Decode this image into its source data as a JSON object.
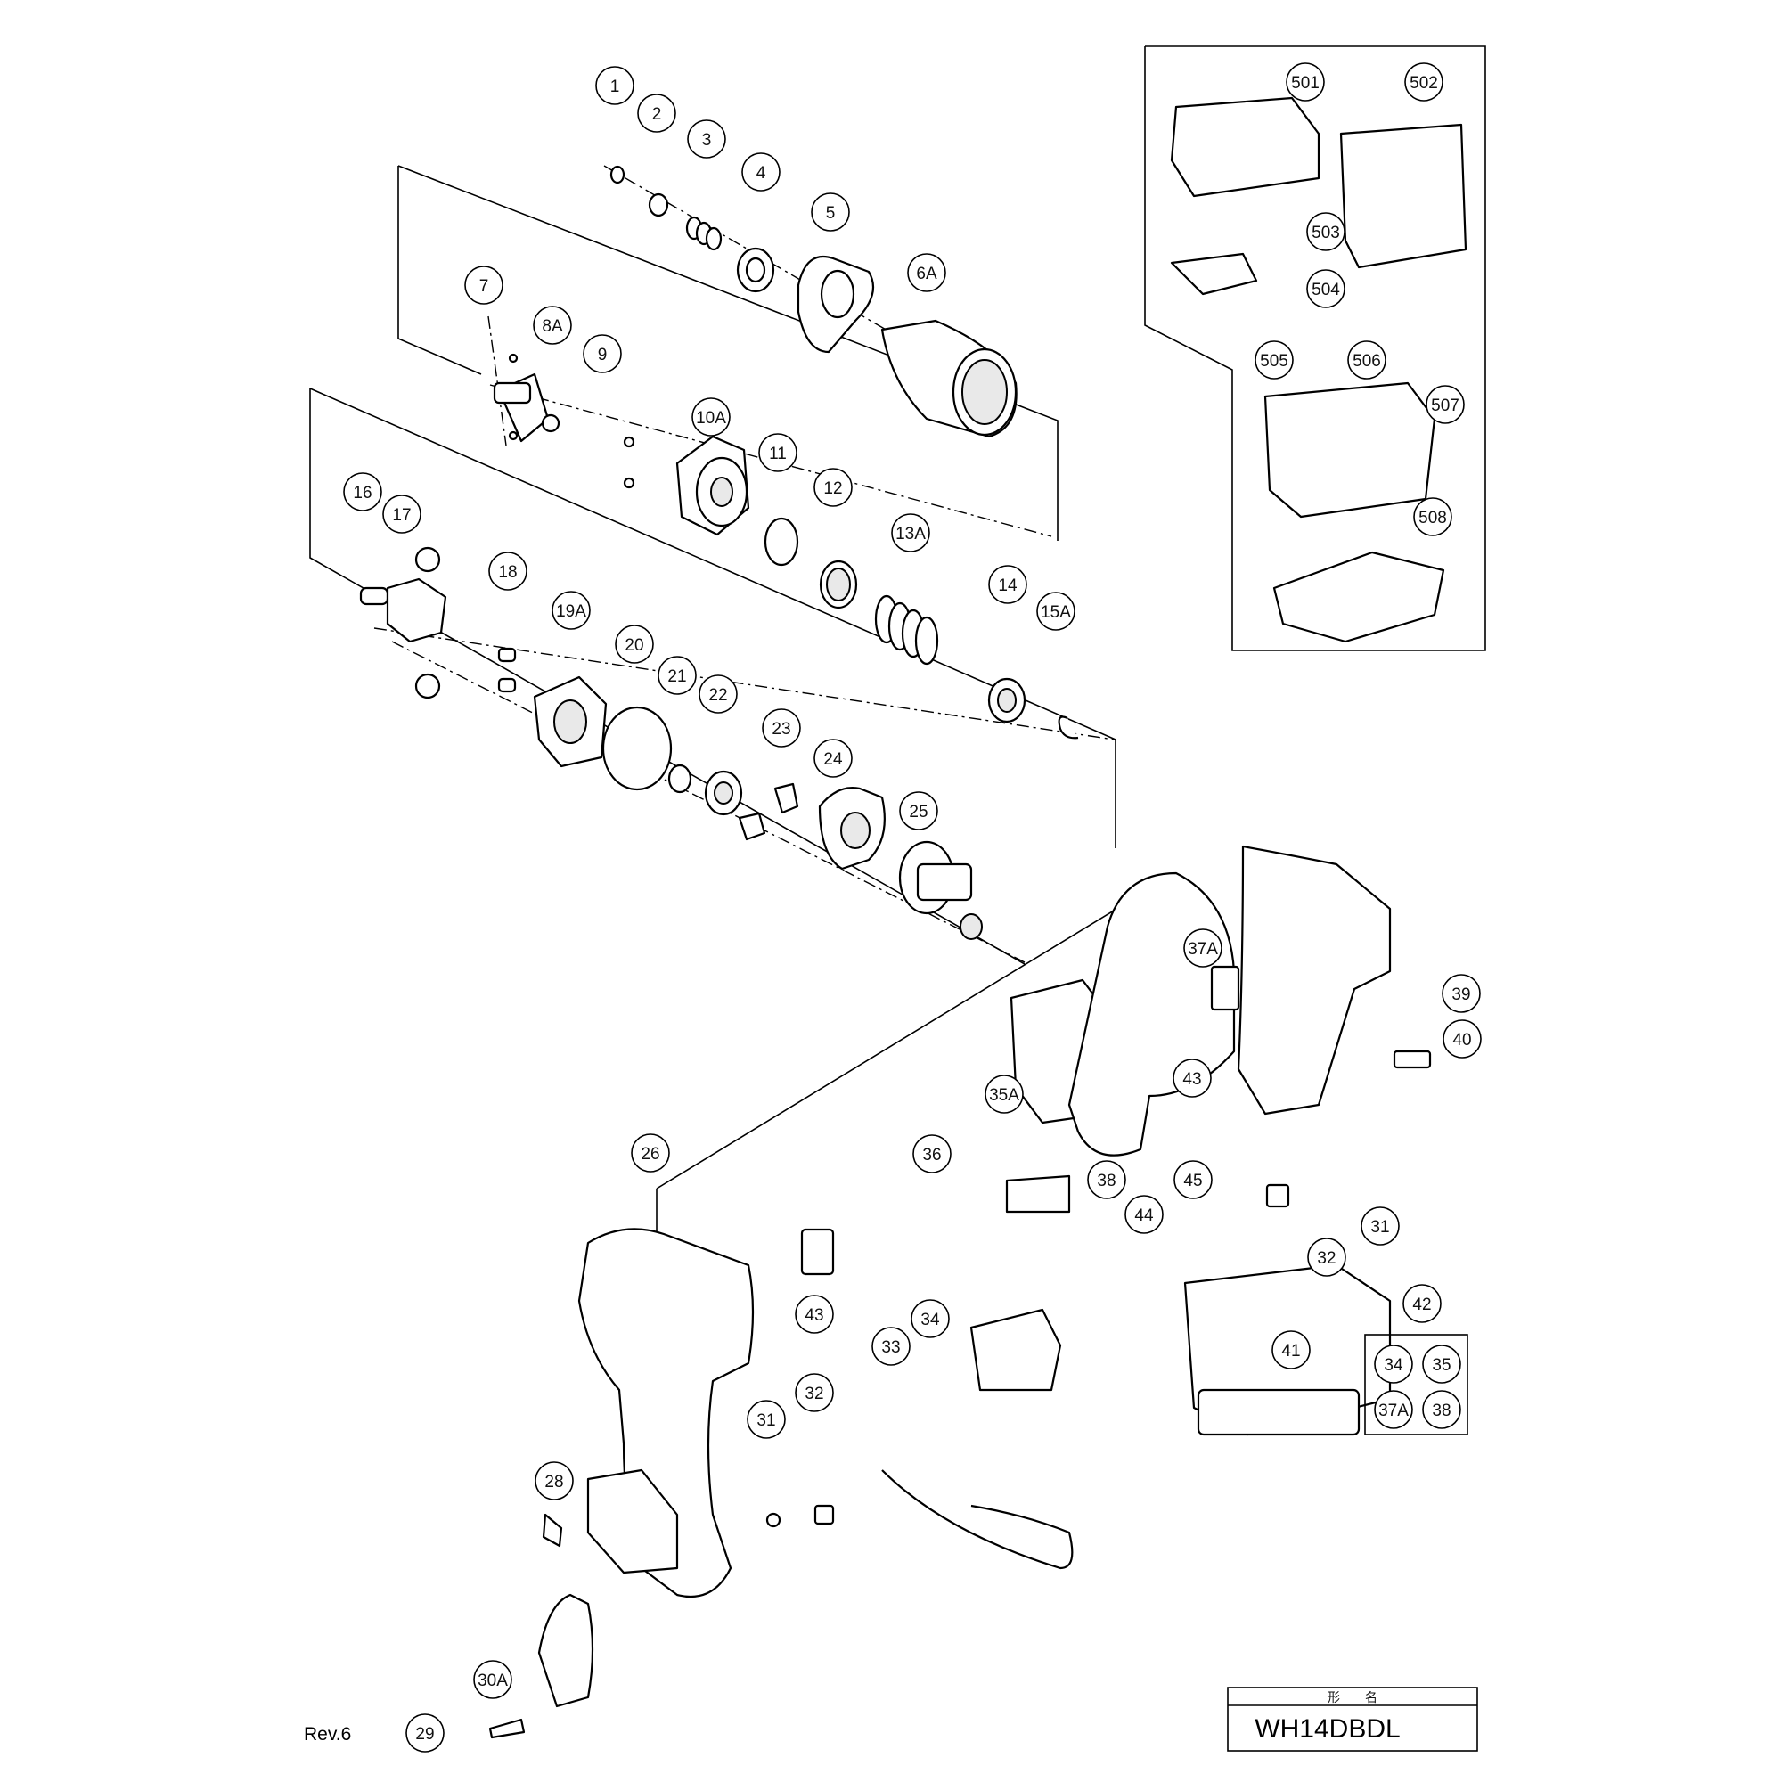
{
  "model": {
    "label_jp": "形　　名",
    "name": "WH14DBDL"
  },
  "revision": "Rev.6",
  "part_numbers": [
    "1",
    "2",
    "3",
    "4",
    "5",
    "6A",
    "7",
    "8A",
    "9",
    "10A",
    "11",
    "12",
    "13A",
    "14",
    "15A",
    "16",
    "17",
    "18",
    "19A",
    "20",
    "21",
    "22",
    "23",
    "24",
    "25",
    "26",
    "28",
    "29",
    "30A",
    "31",
    "31",
    "32",
    "32",
    "33",
    "34",
    "35A",
    "36",
    "37A",
    "38",
    "39",
    "40",
    "41",
    "42",
    "43",
    "43",
    "44",
    "45",
    "501",
    "502",
    "503",
    "504",
    "505",
    "506",
    "507",
    "508"
  ],
  "kit_42": [
    "34",
    "35",
    "37A",
    "38"
  ]
}
